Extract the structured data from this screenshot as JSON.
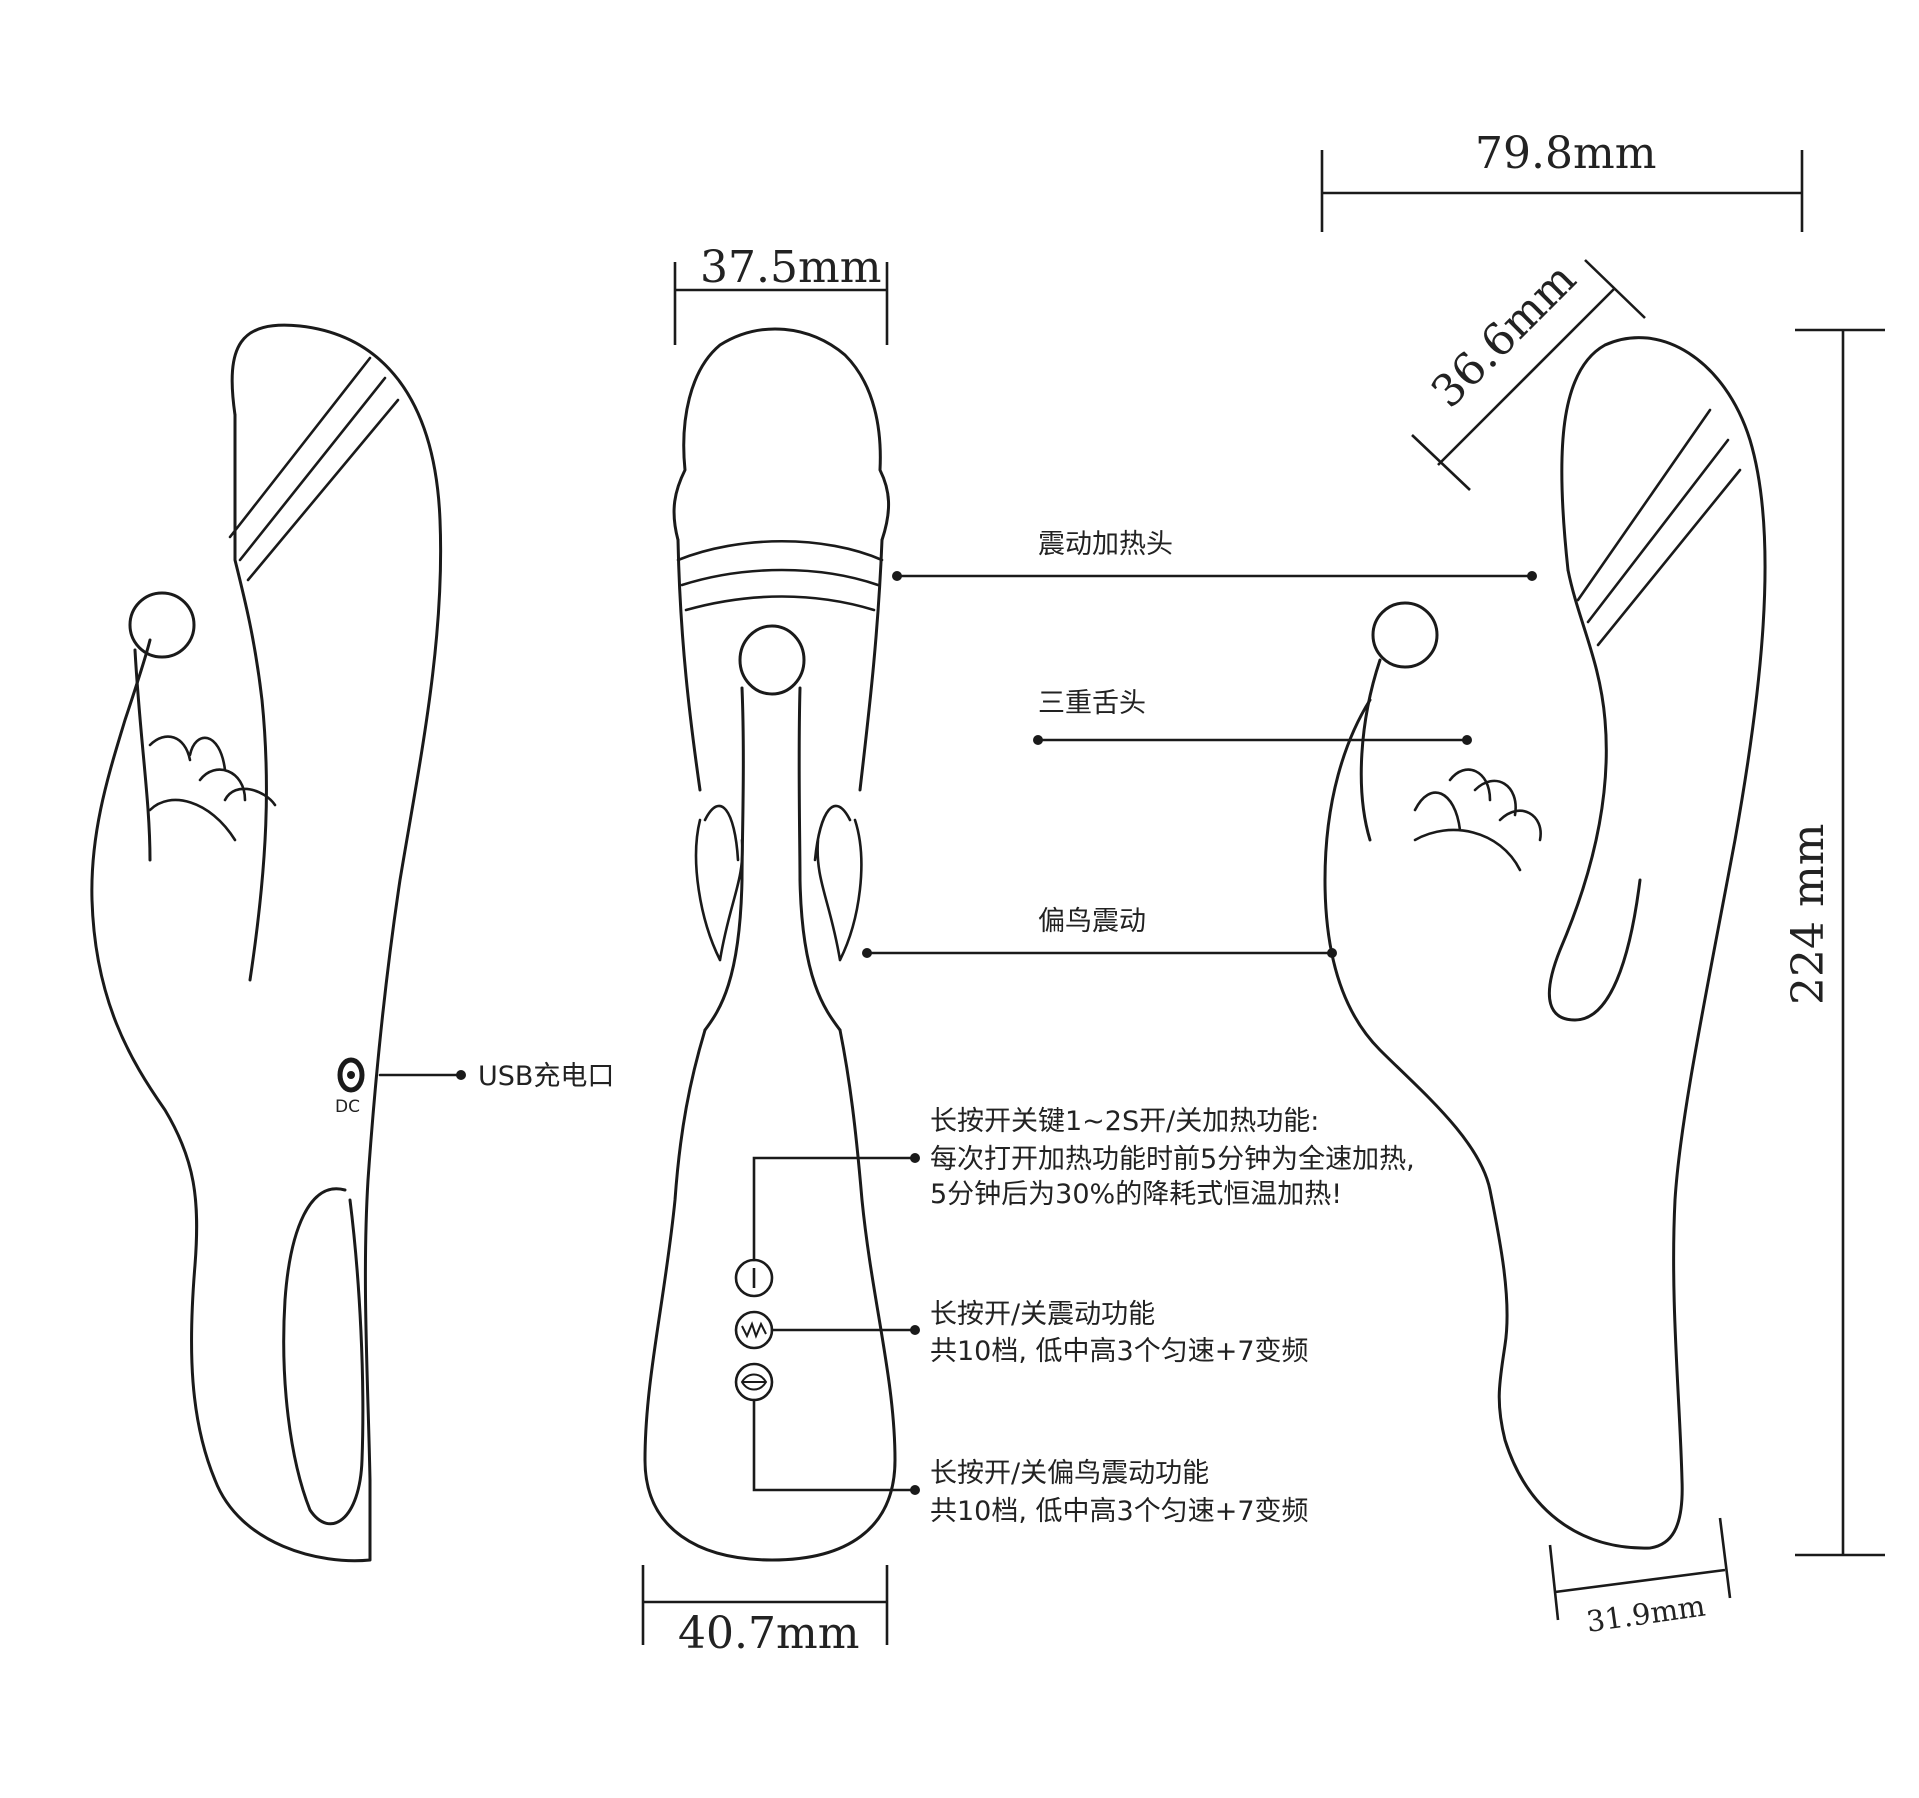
{
  "dimensions": {
    "top_width": "79.8mm",
    "head_width": "37.5mm",
    "head_diagonal": "36.6mm",
    "height": "224 mm",
    "base_width": "40.7mm",
    "base_side": "31.9mm"
  },
  "callouts": {
    "heating_head": "震动加热头",
    "triple_tongue": "三重舌头",
    "bird_vibration": "偏鸟震动",
    "usb_port": "USB充电口",
    "dc_label": "DC"
  },
  "functions": {
    "power": {
      "title": "长按开关键1~2S开/关加热功能:",
      "line1": "每次打开加热功能时前5分钟为全速加热,",
      "line2": "5分钟后为30%的降耗式恒温加热!"
    },
    "vibration": {
      "title": "长按开/关震动功能",
      "line1": "共10档, 低中高3个匀速+7变频"
    },
    "bird": {
      "title": "长按开/关偏鸟震动功能",
      "line1": "共10档, 低中高3个匀速+7变频"
    }
  },
  "icons": [
    "power-icon",
    "vibration-icon",
    "lips-icon",
    "dc-port-icon"
  ]
}
